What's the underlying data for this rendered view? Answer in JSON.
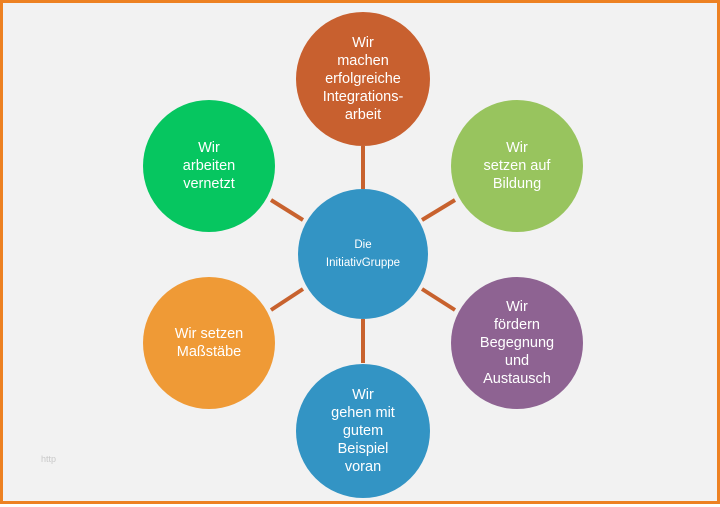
{
  "colors": {
    "frame": "#ed8122",
    "background": "#f2f2f2",
    "connector": "#c8622e",
    "center": "#3394c4",
    "top": "#c8602f",
    "upper_right": "#98c45e",
    "lower_right": "#8e6392",
    "bottom": "#3394c4",
    "lower_left": "#ef9a36",
    "upper_left": "#06c660"
  },
  "diagram": {
    "center": {
      "id": "center",
      "lines": [
        "Die",
        "InitiativGruppe"
      ]
    },
    "nodes": [
      {
        "id": "top",
        "lines": [
          "Wir",
          "machen",
          "erfolgreiche",
          "Integrations-",
          "arbeit"
        ]
      },
      {
        "id": "upper-right",
        "lines": [
          "Wir",
          "setzen auf",
          "Bildung"
        ]
      },
      {
        "id": "lower-right",
        "lines": [
          "Wir",
          "fördern",
          "Begegnung",
          "und",
          "Austausch"
        ]
      },
      {
        "id": "bottom",
        "lines": [
          "Wir",
          "gehen mit",
          "gutem",
          "Beispiel",
          "voran"
        ]
      },
      {
        "id": "lower-left",
        "lines": [
          "Wir setzen",
          "Maßstäbe"
        ]
      },
      {
        "id": "upper-left",
        "lines": [
          "Wir",
          "arbeiten",
          "vernetzt"
        ]
      }
    ]
  },
  "watermark": "http"
}
